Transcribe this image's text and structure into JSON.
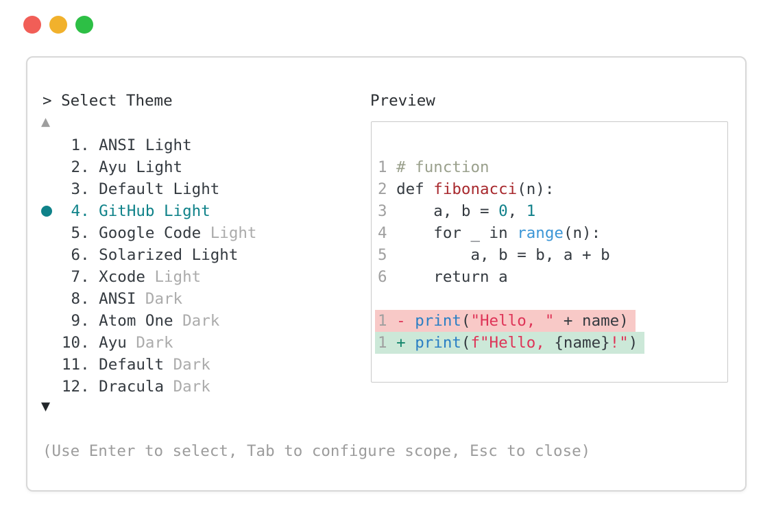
{
  "window": {
    "traffic_lights": [
      {
        "name": "close",
        "color": "#f15e57"
      },
      {
        "name": "minimize",
        "color": "#f1b12c"
      },
      {
        "name": "zoom",
        "color": "#2dbf45"
      }
    ]
  },
  "prompt": {
    "text": "> Select Theme"
  },
  "theme_list": {
    "scroll_up_symbol": "▲",
    "scroll_down_symbol": "▼",
    "items": [
      {
        "selected": false,
        "parts": [
          {
            "t": " 1. ANSI Light",
            "c": "fg"
          }
        ]
      },
      {
        "selected": false,
        "parts": [
          {
            "t": " 2. Ayu Light",
            "c": "fg"
          }
        ]
      },
      {
        "selected": false,
        "parts": [
          {
            "t": " 3. Default Light",
            "c": "fg"
          }
        ]
      },
      {
        "selected": true,
        "parts": [
          {
            "t": " 4. GitHub Light",
            "c": "sel"
          }
        ]
      },
      {
        "selected": false,
        "parts": [
          {
            "t": " 5. Google Code ",
            "c": "fg"
          },
          {
            "t": "Light",
            "c": "muted"
          }
        ]
      },
      {
        "selected": false,
        "parts": [
          {
            "t": " 6. Solarized Light",
            "c": "fg"
          }
        ]
      },
      {
        "selected": false,
        "parts": [
          {
            "t": " 7. Xcode ",
            "c": "fg"
          },
          {
            "t": "Light",
            "c": "muted"
          }
        ]
      },
      {
        "selected": false,
        "parts": [
          {
            "t": " 8. ANSI ",
            "c": "fg"
          },
          {
            "t": "Dark",
            "c": "muted"
          }
        ]
      },
      {
        "selected": false,
        "parts": [
          {
            "t": " 9. Atom One ",
            "c": "fg"
          },
          {
            "t": "Dark",
            "c": "muted"
          }
        ]
      },
      {
        "selected": false,
        "parts": [
          {
            "t": "10. Ayu ",
            "c": "fg"
          },
          {
            "t": "Dark",
            "c": "muted"
          }
        ]
      },
      {
        "selected": false,
        "parts": [
          {
            "t": "11. Default ",
            "c": "fg"
          },
          {
            "t": "Dark",
            "c": "muted"
          }
        ]
      },
      {
        "selected": false,
        "parts": [
          {
            "t": "12. Dracula ",
            "c": "fg"
          },
          {
            "t": "Dark",
            "c": "muted"
          }
        ]
      }
    ]
  },
  "preview": {
    "title": "Preview",
    "lines": [
      {
        "diff": null,
        "segments": [
          {
            "t": "1 ",
            "c": "ln"
          },
          {
            "t": "# function",
            "c": "comment"
          }
        ]
      },
      {
        "diff": null,
        "segments": [
          {
            "t": "2 ",
            "c": "ln"
          },
          {
            "t": "def ",
            "c": "fg"
          },
          {
            "t": "fibonacci",
            "c": "func"
          },
          {
            "t": "(n):",
            "c": "fg"
          }
        ]
      },
      {
        "diff": null,
        "segments": [
          {
            "t": "3 ",
            "c": "ln"
          },
          {
            "t": "    a, b = ",
            "c": "fg"
          },
          {
            "t": "0",
            "c": "num"
          },
          {
            "t": ", ",
            "c": "fg"
          },
          {
            "t": "1",
            "c": "num"
          }
        ]
      },
      {
        "diff": null,
        "segments": [
          {
            "t": "4 ",
            "c": "ln"
          },
          {
            "t": "    for _ in ",
            "c": "fg"
          },
          {
            "t": "range",
            "c": "call"
          },
          {
            "t": "(n):",
            "c": "fg"
          }
        ]
      },
      {
        "diff": null,
        "segments": [
          {
            "t": "5 ",
            "c": "ln"
          },
          {
            "t": "        a, b = b, a + b",
            "c": "fg"
          }
        ]
      },
      {
        "diff": null,
        "segments": [
          {
            "t": "6 ",
            "c": "ln"
          },
          {
            "t": "    return a",
            "c": "fg"
          }
        ]
      },
      {
        "diff": null,
        "segments": []
      },
      {
        "diff": "del",
        "segments": [
          {
            "t": "1 ",
            "c": "ln"
          },
          {
            "t": "- ",
            "c": "del"
          },
          {
            "t": "print",
            "c": "call2"
          },
          {
            "t": "(",
            "c": "fg"
          },
          {
            "t": "\"Hello, \"",
            "c": "str"
          },
          {
            "t": " + name)",
            "c": "fg"
          }
        ]
      },
      {
        "diff": "add",
        "segments": [
          {
            "t": "1 ",
            "c": "ln"
          },
          {
            "t": "+ ",
            "c": "add"
          },
          {
            "t": "print",
            "c": "call2"
          },
          {
            "t": "(",
            "c": "fg"
          },
          {
            "t": "f\"Hello, ",
            "c": "str"
          },
          {
            "t": "{name}",
            "c": "fg"
          },
          {
            "t": "!\"",
            "c": "str"
          },
          {
            "t": ")",
            "c": "fg"
          }
        ]
      }
    ]
  },
  "footer": {
    "hint": "(Use Enter to select, Tab to configure scope, Esc to close)"
  },
  "colors": {
    "fg": "#343a40",
    "muted": "#ababab",
    "ln": "#9f9f9f",
    "comment": "#9aa08c",
    "func": "#a8292e",
    "num": "#10808a",
    "call": "#3c96d6",
    "call2": "#2b7fc4",
    "str": "#de3457",
    "del": "#de3457",
    "add": "#12866c",
    "sel": "#0f8289",
    "accent": "#0f8289",
    "bg_del": "#f8c9c7",
    "bg_add": "#cce8d8",
    "panel_border": "#d8d8d8",
    "box_border": "#c9c9c9",
    "footer_fg": "#9c9c9c",
    "arrow_up": "#9e9e9e",
    "arrow_down": "#23272b",
    "title_fg": "#2b2f33"
  }
}
